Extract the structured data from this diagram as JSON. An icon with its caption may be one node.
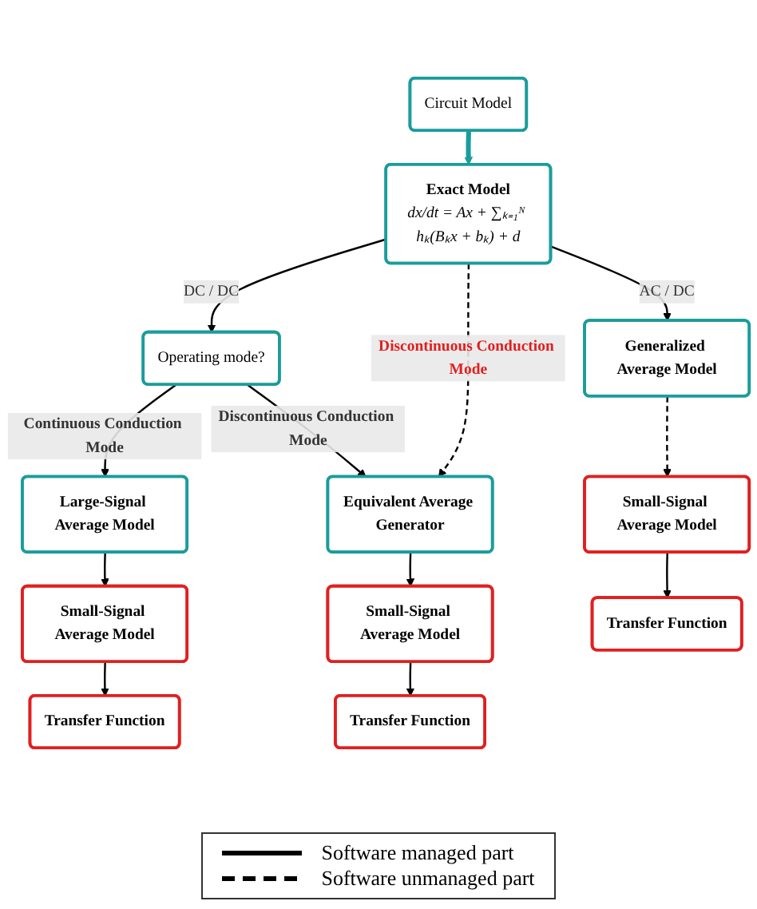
{
  "diagram": {
    "nodes": [
      {
        "text": [
          "Circuit Model"
        ]
      },
      {
        "text": [
          "Exact Model",
          "dx/dt = Ax + ∑ₖ₌₁ᴺ hₖ(Bₖx + bₖ) + d"
        ]
      },
      {
        "text": [
          "Operating mode?"
        ]
      },
      {
        "text": [
          "Large-Signal Average Model"
        ]
      },
      {
        "text": [
          "Equivalent Average Generator"
        ]
      },
      {
        "text": [
          "Generalized Average Model"
        ]
      },
      {
        "text": [
          "Small-Signal Average Model"
        ]
      },
      {
        "text": [
          "Small-Signal Average Model"
        ]
      },
      {
        "text": [
          "Small-Signal Average Model"
        ]
      },
      {
        "text": [
          "Transfer Function"
        ]
      },
      {
        "text": [
          "Transfer Function"
        ]
      },
      {
        "text": [
          "Transfer Function"
        ]
      }
    ],
    "edges": [
      {
        "from": 0,
        "to": 1,
        "arrow": "to",
        "style": "thick",
        "color": "#1b9c9c"
      },
      {
        "from": 1,
        "to": 2,
        "arrow": "to",
        "label": "DC / DC"
      },
      {
        "from": 1,
        "to": 4,
        "arrow": "to",
        "style": "dashed",
        "label": "Discontinuous Conduction Mode"
      },
      {
        "from": 1,
        "to": 5,
        "arrow": "to",
        "label": "AC / DC"
      },
      {
        "from": 2,
        "to": 3,
        "arrow": "to",
        "label": "Continuous Conduction Mode"
      },
      {
        "from": 2,
        "to": 4,
        "arrow": "to",
        "label": "Discontinuous Conduction Mode"
      },
      {
        "from": 3,
        "to": 6,
        "arrow": "to"
      },
      {
        "from": 4,
        "to": 7,
        "arrow": "to"
      },
      {
        "from": 5,
        "to": 8,
        "arrow": "to",
        "style": "dashed"
      },
      {
        "from": 6,
        "to": 9,
        "arrow": "to"
      },
      {
        "from": 7,
        "to": 10,
        "arrow": "to"
      },
      {
        "from": 8,
        "to": 11,
        "arrow": "to"
      }
    ],
    "legend": [
      {
        "text": "Software managed part"
      },
      {
        "text": "Software unmanaged part"
      }
    ]
  }
}
